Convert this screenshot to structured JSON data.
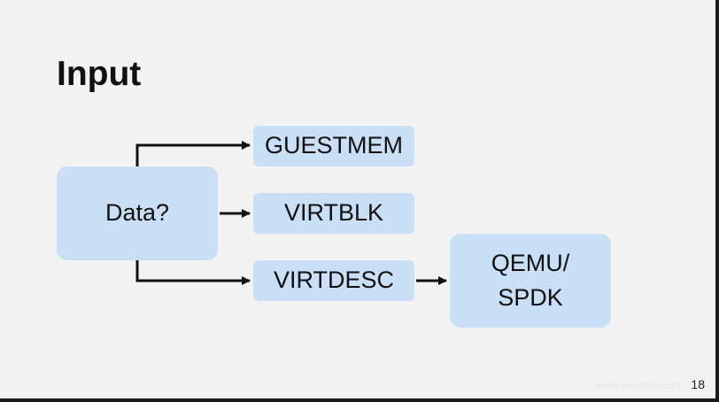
{
  "slide": {
    "title": "Input",
    "page_number": "18",
    "watermark": "www.linkedin.com"
  },
  "diagram": {
    "nodes": {
      "data": "Data?",
      "guestmem": "GUESTMEM",
      "virtblk": "VIRTBLK",
      "virtdesc": "VIRTDESC",
      "qemu_line1": "QEMU/",
      "qemu_line2": "SPDK"
    },
    "edges": [
      {
        "from": "Data?",
        "to": "GUESTMEM"
      },
      {
        "from": "Data?",
        "to": "VIRTBLK"
      },
      {
        "from": "Data?",
        "to": "VIRTDESC"
      },
      {
        "from": "VIRTDESC",
        "to": "QEMU/SPDK"
      }
    ],
    "colors": {
      "node_fill": "#c9dff6",
      "arrow": "#111111",
      "background": "#f2f2f2"
    }
  }
}
